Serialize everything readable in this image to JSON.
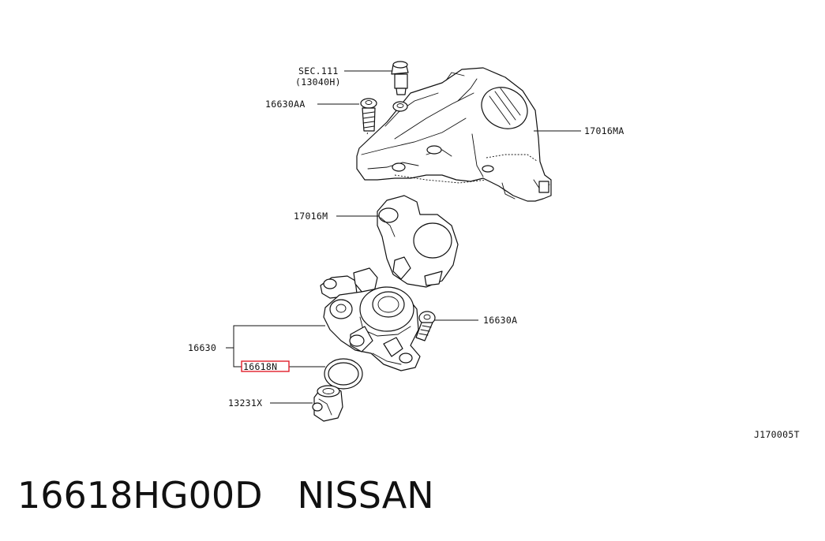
{
  "diagram": {
    "labels": {
      "sec": "SEC.111",
      "sec_code": "(13040H)",
      "bolt_top": "16630AA",
      "cover": "17016MA",
      "bracket": "17016M",
      "bolt_side": "16630A",
      "pump": "16630",
      "oring": "16618N",
      "lifter": "13231X",
      "figure_code": "J170005T"
    },
    "highlight_color": "#e0202a"
  },
  "caption": {
    "part_number": "16618HG00D",
    "brand": "NISSAN"
  }
}
